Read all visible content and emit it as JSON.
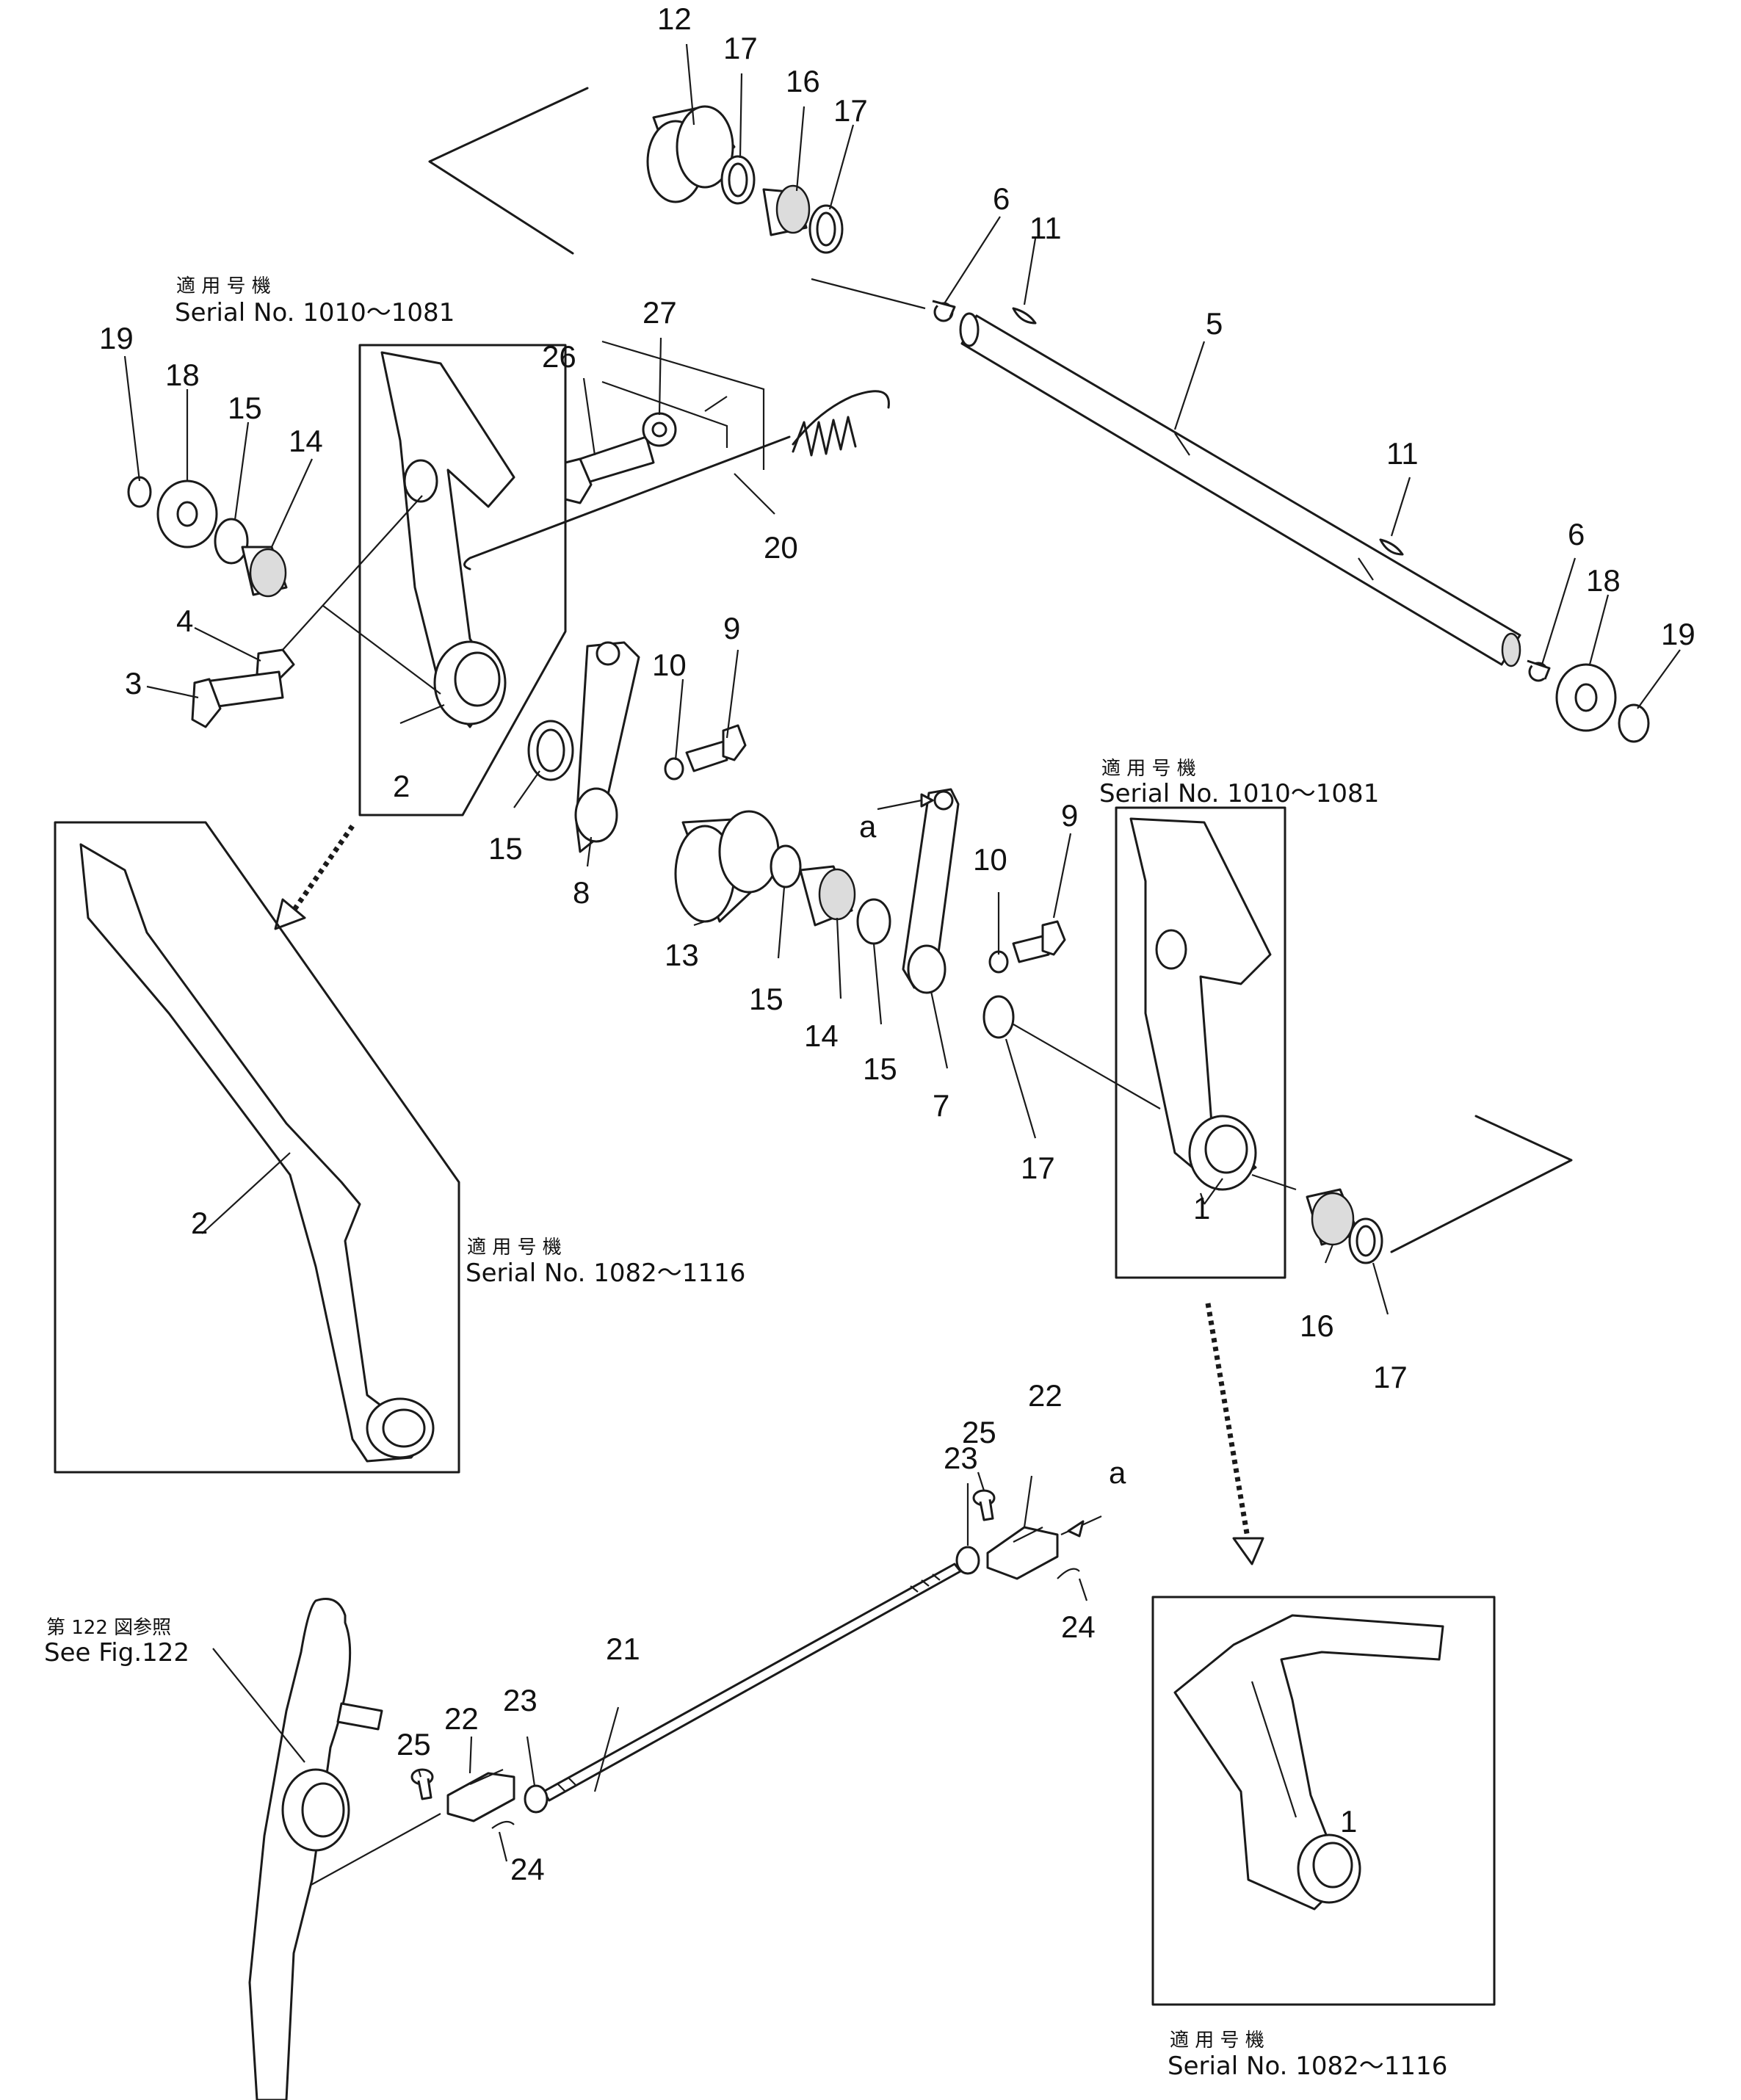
{
  "notes": {
    "serial_jp": "適 用 号 機",
    "serial_a": "Serial  No. 1010～1081",
    "serial_b": "Serial  No. 1082～1116",
    "see_fig_jp": "第 122 図参照",
    "see_fig": "See  Fig.122"
  },
  "callouts": {
    "c1": "1",
    "c2": "2",
    "c3": "3",
    "c4": "4",
    "c5": "5",
    "c6": "6",
    "c7": "7",
    "c8": "8",
    "c9": "9",
    "c10": "10",
    "c11": "11",
    "c12": "12",
    "c13": "13",
    "c14": "14",
    "c15": "15",
    "c16": "16",
    "c17": "17",
    "c18": "18",
    "c19": "19",
    "c20": "20",
    "c21": "21",
    "c22": "22",
    "c23": "23",
    "c24": "24",
    "c25": "25",
    "c26": "26",
    "c27": "27",
    "ca": "a"
  }
}
